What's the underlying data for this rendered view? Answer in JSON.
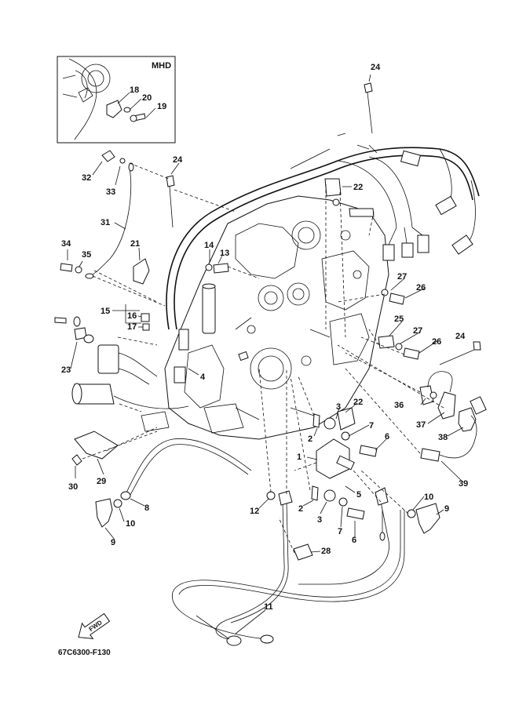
{
  "inset": {
    "title": "MHD"
  },
  "drawing_code": "67C6300-F130",
  "fwd_label": "FWD",
  "callouts": {
    "c1": "1",
    "c2a": "2",
    "c2b": "2",
    "c3a": "3",
    "c3b": "3",
    "c4": "4",
    "c5": "5",
    "c6a": "6",
    "c6b": "6",
    "c7a": "7",
    "c7b": "7",
    "c8": "8",
    "c9a": "9",
    "c9b": "9",
    "c10a": "10",
    "c10b": "10",
    "c11": "11",
    "c12": "12",
    "c13": "13",
    "c14": "14",
    "c15": "15",
    "c16": "16",
    "c17": "17",
    "c18": "18",
    "c19": "19",
    "c20": "20",
    "c21": "21",
    "c22a": "22",
    "c22b": "22",
    "c23": "23",
    "c24a": "24",
    "c24b": "24",
    "c24c": "24",
    "c25": "25",
    "c26a": "26",
    "c26b": "26",
    "c27a": "27",
    "c27b": "27",
    "c28": "28",
    "c29": "29",
    "c30": "30",
    "c31": "31",
    "c32": "32",
    "c33": "33",
    "c34": "34",
    "c35": "35",
    "c36": "36",
    "c37": "37",
    "c38": "38",
    "c39": "39"
  }
}
